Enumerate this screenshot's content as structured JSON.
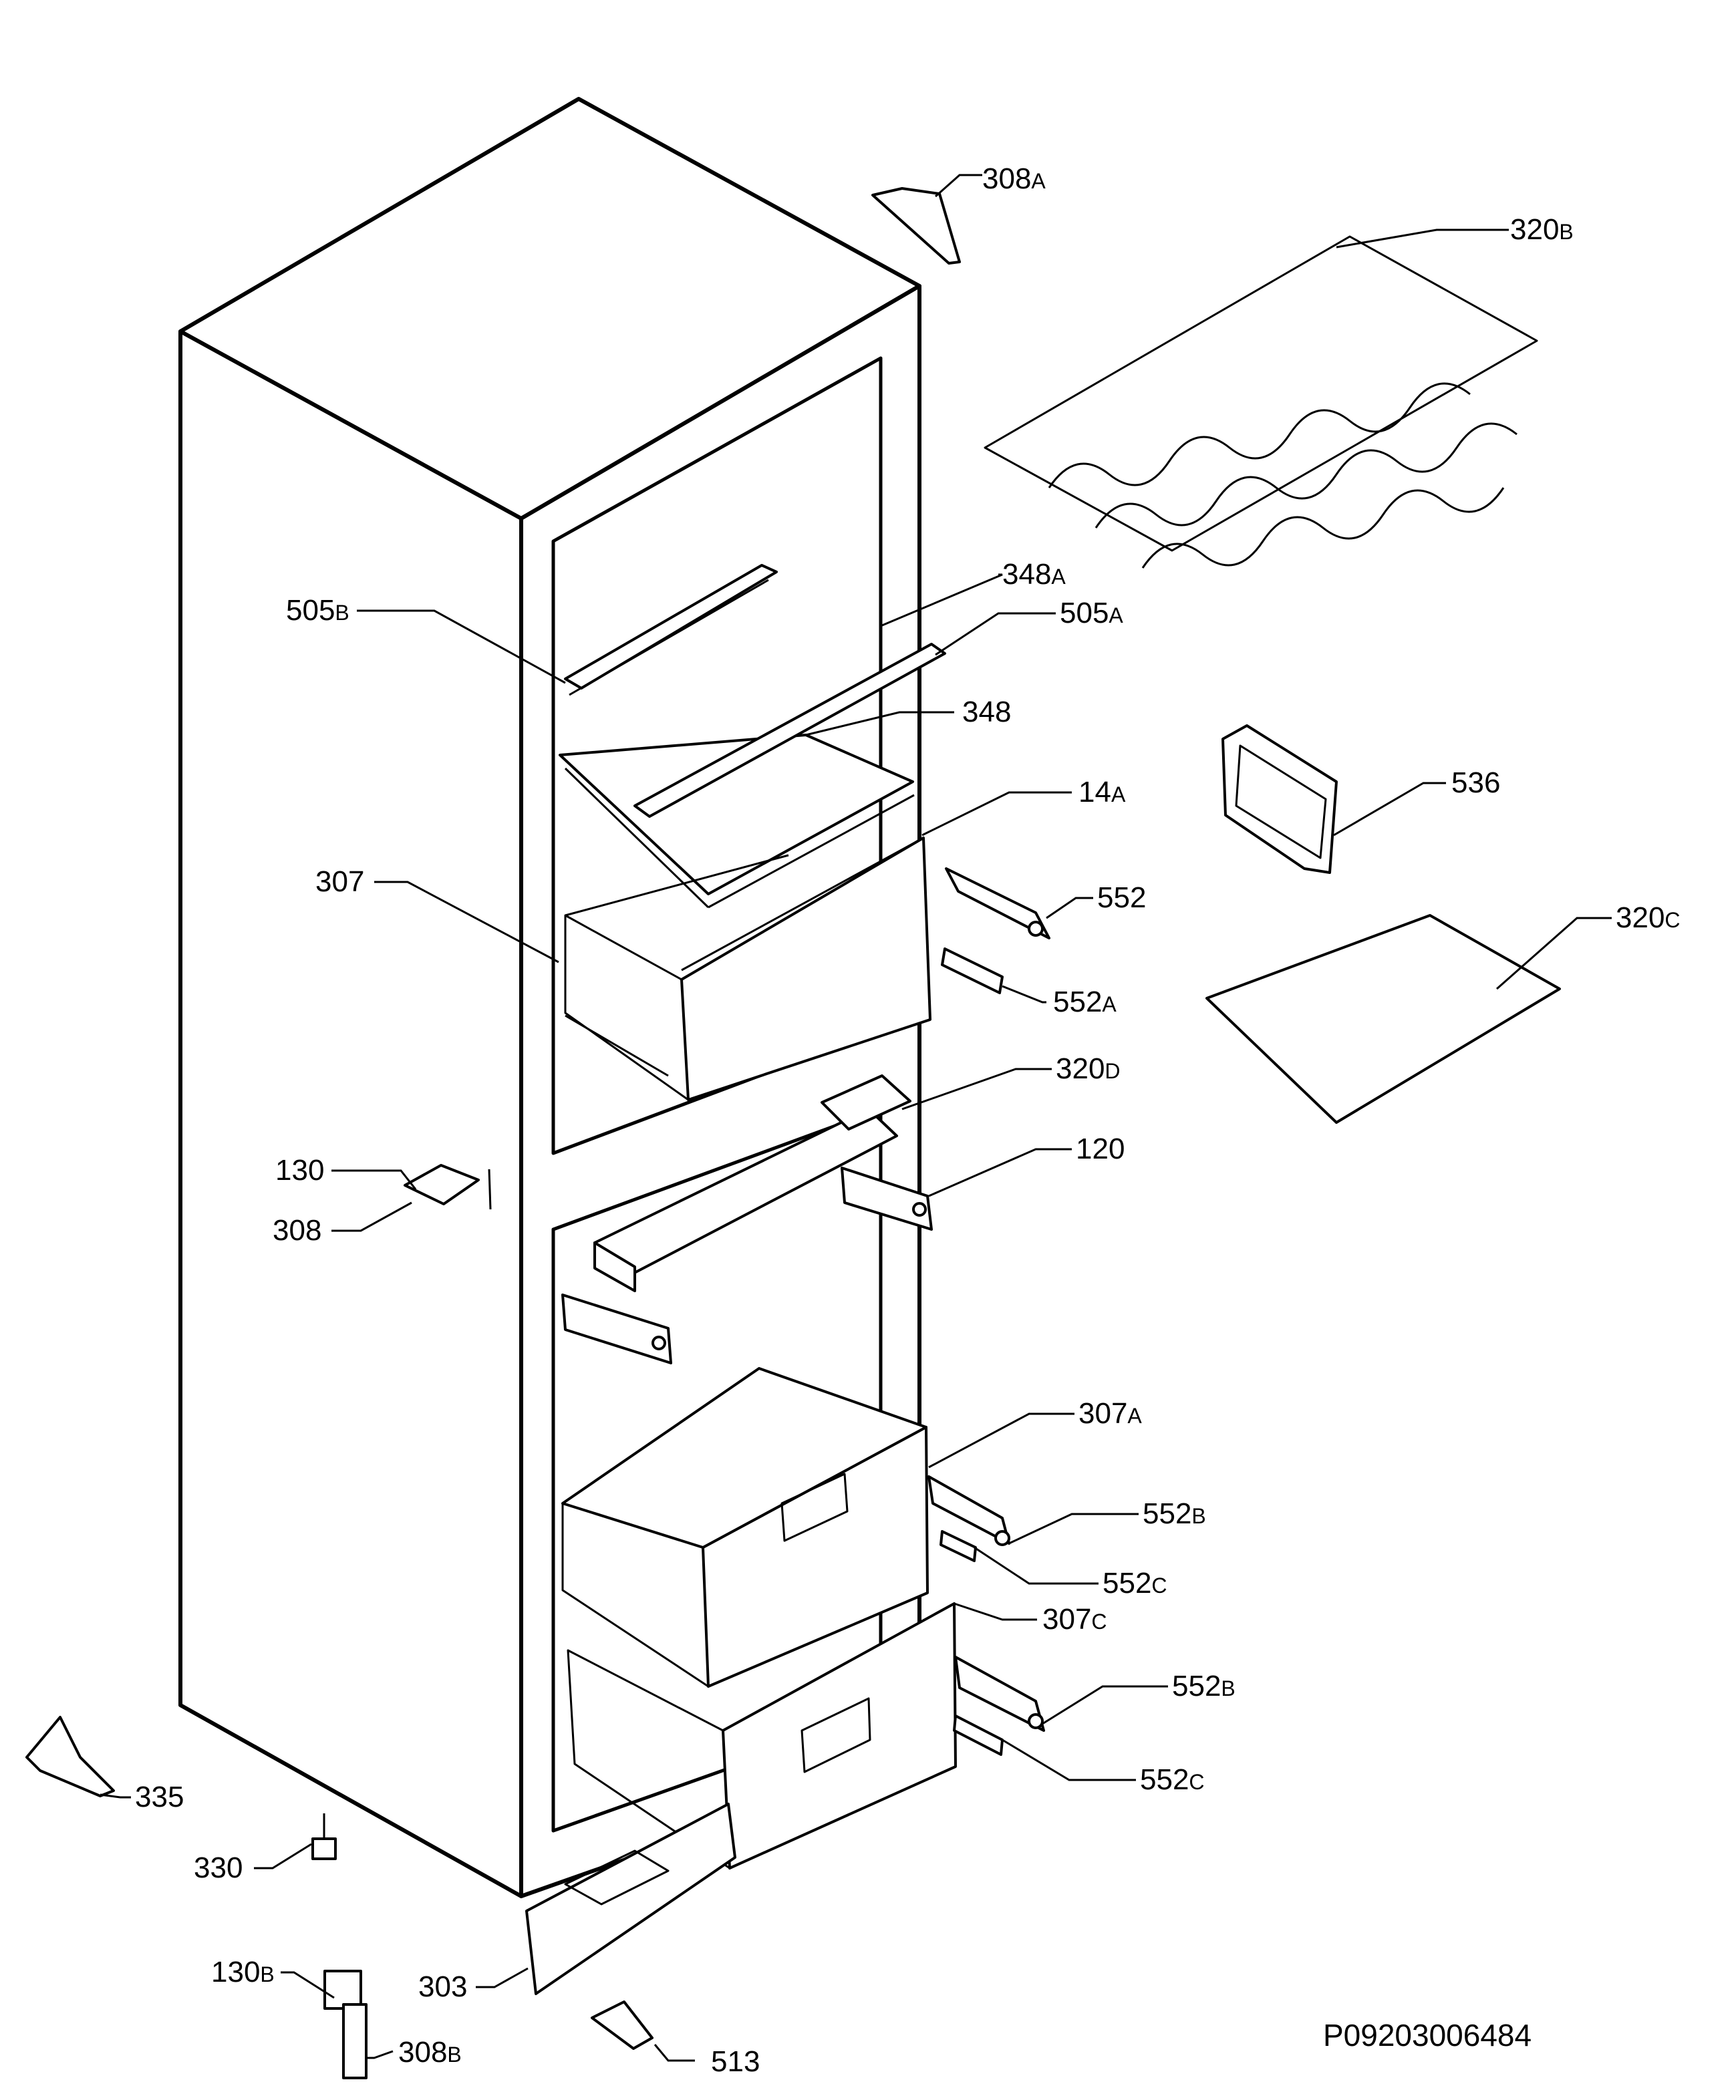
{
  "diagram": {
    "title": "",
    "code": "P09203006484",
    "labels": [
      {
        "id": "308a",
        "num": "308",
        "suf": "A"
      },
      {
        "id": "320b",
        "num": "320",
        "suf": "B"
      },
      {
        "id": "348a",
        "num": "348",
        "suf": "A"
      },
      {
        "id": "505b",
        "num": "505",
        "suf": "B"
      },
      {
        "id": "505a",
        "num": "505",
        "suf": "A"
      },
      {
        "id": "348",
        "num": "348",
        "suf": ""
      },
      {
        "id": "14a",
        "num": "14",
        "suf": "A"
      },
      {
        "id": "536",
        "num": "536",
        "suf": ""
      },
      {
        "id": "307",
        "num": "307",
        "suf": ""
      },
      {
        "id": "552",
        "num": "552",
        "suf": ""
      },
      {
        "id": "320c",
        "num": "320",
        "suf": "C"
      },
      {
        "id": "552a",
        "num": "552",
        "suf": "A"
      },
      {
        "id": "320d",
        "num": "320",
        "suf": "D"
      },
      {
        "id": "120",
        "num": "120",
        "suf": ""
      },
      {
        "id": "130",
        "num": "130",
        "suf": ""
      },
      {
        "id": "308",
        "num": "308",
        "suf": ""
      },
      {
        "id": "307a",
        "num": "307",
        "suf": "A"
      },
      {
        "id": "552b1",
        "num": "552",
        "suf": "B"
      },
      {
        "id": "552c1",
        "num": "552",
        "suf": "C"
      },
      {
        "id": "307c",
        "num": "307",
        "suf": "C"
      },
      {
        "id": "552b2",
        "num": "552",
        "suf": "B"
      },
      {
        "id": "552c2",
        "num": "552",
        "suf": "C"
      },
      {
        "id": "335",
        "num": "335",
        "suf": ""
      },
      {
        "id": "330",
        "num": "330",
        "suf": ""
      },
      {
        "id": "303",
        "num": "303",
        "suf": ""
      },
      {
        "id": "130b",
        "num": "130",
        "suf": "B"
      },
      {
        "id": "308b",
        "num": "308",
        "suf": "B"
      },
      {
        "id": "513",
        "num": "513",
        "suf": ""
      }
    ]
  }
}
